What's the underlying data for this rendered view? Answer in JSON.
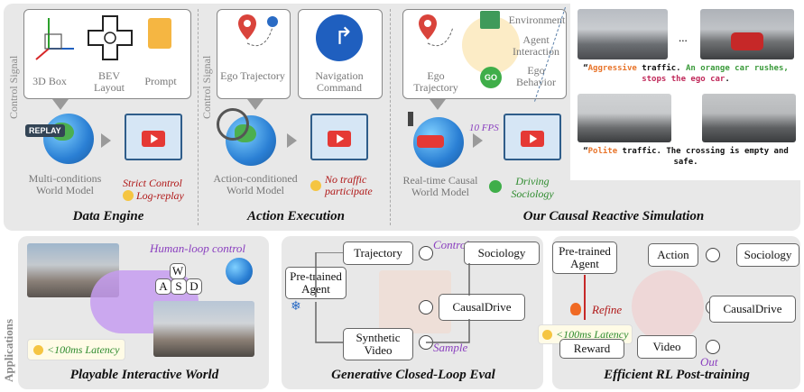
{
  "top": {
    "control_signal_1": "Control Signal",
    "control_signal_2": "Control Signal",
    "data_engine": {
      "box3d": "3D Box",
      "bev": "BEV Layout",
      "prompt": "Prompt",
      "replay": "REPLAY",
      "model": "Multi-conditions World Model",
      "strict": "Strict Control",
      "log": "Log-replay",
      "title": "Data Engine"
    },
    "action_execution": {
      "ego": "Ego Trajectory",
      "nav": "Navigation Command",
      "model": "Action-conditioned World Model",
      "no_traffic": "No traffic participate",
      "title": "Action Execution"
    },
    "causal": {
      "ego": "Ego Trajectory",
      "env": "Environment",
      "agent": "Agent Interaction",
      "egob": "Ego Behavior",
      "fps": "10 FPS",
      "model": "Real-time Causal World Model",
      "sociology": "Driving Sociology",
      "title": "Our Causal Reactive Simulation"
    },
    "ellipsis": "...",
    "quote1": {
      "open": "“",
      "w1": "Aggressive",
      "w2": " traffic. ",
      "w3": "An orange car rushes, ",
      "w4": "stops the ego car",
      "w5": "."
    },
    "quote2": {
      "open": "“",
      "w1": "Polite",
      "w2": " traffic. The crossing is empty and safe."
    }
  },
  "side_label": "Applications",
  "bottom": {
    "playable": {
      "hl": "Human-loop control",
      "W": "W",
      "A": "A",
      "S": "S",
      "D": "D",
      "latency": "<100ms Latency",
      "title": "Playable Interactive World"
    },
    "closed_loop": {
      "trajectory": "Trajectory",
      "control": "Control",
      "sociology": "Sociology",
      "agent": "Pre-trained Agent",
      "causal": "CausalDrive",
      "video": "Synthetic Video",
      "sample": "Sample",
      "title": "Generative Closed-Loop Eval"
    },
    "rl": {
      "agent": "Pre-trained Agent",
      "action": "Action",
      "sociology": "Sociology",
      "refine": "Refine",
      "causal": "CausalDrive",
      "latency": "<100ms Latency",
      "video": "Video",
      "reward": "Reward",
      "out": "Out",
      "title": "Efficient RL Post-training"
    }
  }
}
